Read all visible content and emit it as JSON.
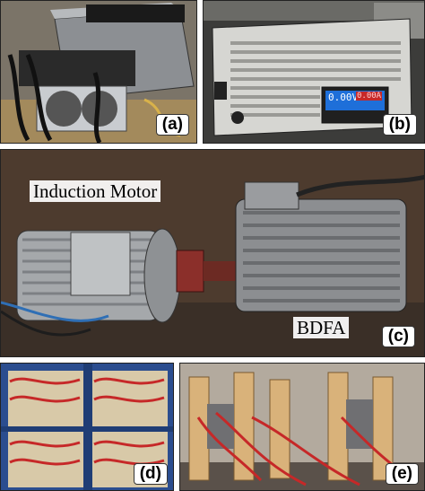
{
  "panels": {
    "a": {
      "label": "(a)"
    },
    "b": {
      "label": "(b)",
      "display_voltage": "0.00V",
      "display_current": "0.00A"
    },
    "c": {
      "label": "(c)",
      "motor_caption": "Induction Motor",
      "generator_caption": "BDFA"
    },
    "d": {
      "label": "(d)"
    },
    "e": {
      "label": "(e)"
    }
  },
  "colors": {
    "rack_blue": "#2b4d8f",
    "cable_red": "#c62828",
    "display_blue": "#1e6fd9"
  }
}
